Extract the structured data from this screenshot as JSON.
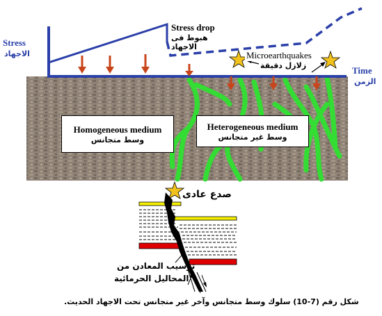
{
  "labels": {
    "stress_en": "Stress",
    "stress_ar": "الاجهاد",
    "time_en": "Time",
    "time_ar": "الزمن",
    "stress_drop_en": "Stress drop",
    "stress_drop_ar": "هبوط فى الاجهاد",
    "microquakes_en": "Microearthquakes",
    "microquakes_ar": "زلازل دقيقة",
    "homogeneous_en": "Homogeneous medium",
    "homogeneous_ar": "وسط متجانس",
    "heterogeneous_en": "Heterogeneous medium",
    "heterogeneous_ar": "وسط غير متجانس",
    "fault_ar": "صدع عادى",
    "mineral_line1": "ترسيب المعادن من",
    "mineral_line2": "المحاليل الحرمائية",
    "caption": "شكل رقم (7-10) سلوك وسط متجانس وآخر غير متجانس تحت الاجهاد الحديث."
  },
  "colors": {
    "graph_blue": "#2a3fa8",
    "arrow_red": "#c8441a",
    "vein_green": "#33dd33",
    "star_yellow": "#f2c21c",
    "layer_yellow": "#f5f000",
    "layer_red": "#e00000"
  }
}
